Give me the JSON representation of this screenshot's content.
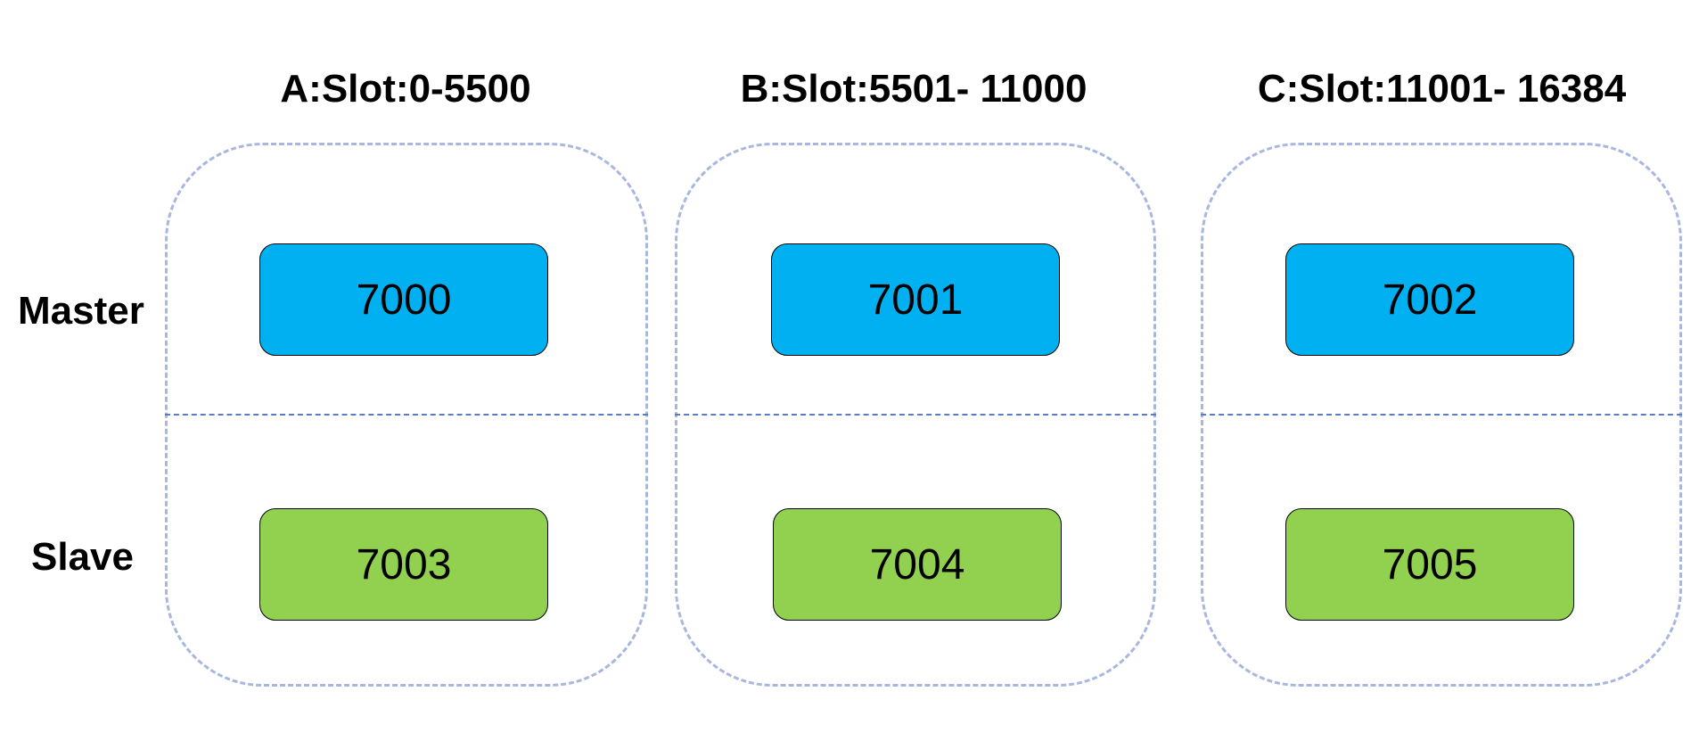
{
  "columns": [
    {
      "title": "A:Slot:0-5500",
      "master": "7000",
      "slave": "7003"
    },
    {
      "title": "B:Slot:5501- 11000",
      "master": "7001",
      "slave": "7004"
    },
    {
      "title": "C:Slot:11001- 16384",
      "master": "7002",
      "slave": "7005"
    }
  ],
  "rows": {
    "master_label": "Master",
    "slave_label": "Slave"
  },
  "colors": {
    "master_fill": "#00B0F0",
    "slave_fill": "#92D050",
    "group_border": "#A9B6E0",
    "divider": "#5B7BC8"
  }
}
